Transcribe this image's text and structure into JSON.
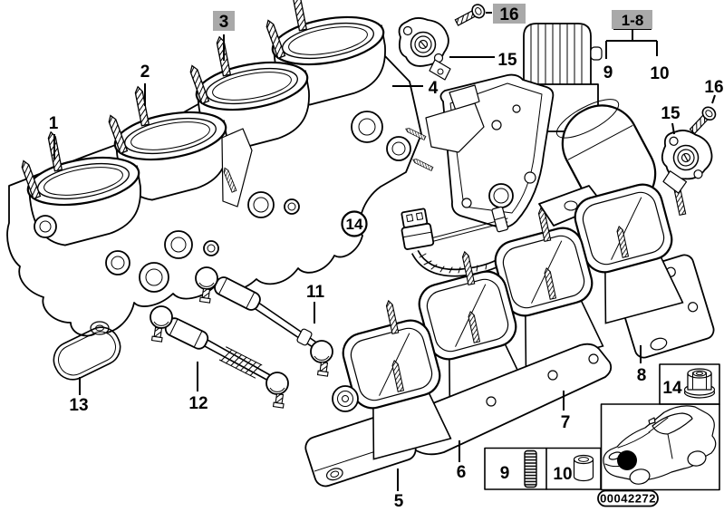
{
  "colors": {
    "background": "#ffffff",
    "line_color": "#000000",
    "highlight_box": "#a9a9a9"
  },
  "diagram": {
    "callouts": {
      "n1": "1",
      "n2": "2",
      "n3": "3",
      "n4": "4",
      "n5": "5",
      "n6": "6",
      "n7": "7",
      "n8": "8",
      "n11": "11",
      "n12": "12",
      "n13": "13",
      "n14_circled": "14",
      "n15_top": "15",
      "n16_top": "16",
      "n15_right": "15",
      "n16_right": "16",
      "group_range": "1-8",
      "group_item_9": "9",
      "group_item_10": "10"
    },
    "highlighted_callouts": [
      "3",
      "16",
      "1-8"
    ],
    "legend": {
      "stud_label": "9",
      "sleeve_label": "10",
      "nut_label": "14",
      "stud_icon": "threaded-stud-icon",
      "sleeve_icon": "spacer-sleeve-icon",
      "nut_icon": "flange-nut-icon",
      "car_icon": "car-location-thumbnail"
    },
    "footer": {
      "image_code": "00042272"
    }
  }
}
